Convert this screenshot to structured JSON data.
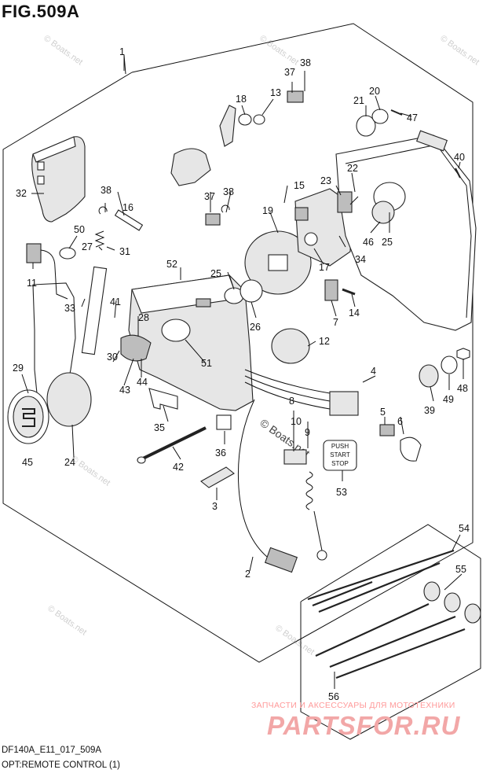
{
  "figure": {
    "title": "FIG.509A",
    "code": "DF140A_E11_017_509A",
    "caption": "OPT:REMOTE CONTROL (1)"
  },
  "watermark": {
    "site_text": "© Boats.net",
    "shop_text": "ЗАПЧАСТИ И АКСЕССУАРЫ ДЛЯ МОТОТЕХНИКИ",
    "shop_logo": "PARTSFOR.RU"
  },
  "decal": {
    "line1": "PUSH",
    "line2": "START",
    "line3": "STOP"
  },
  "callouts": {
    "c1": "1",
    "c2": "2",
    "c3": "3",
    "c4": "4",
    "c5": "5",
    "c6": "6",
    "c7": "7",
    "c8": "8",
    "c9": "9",
    "c10": "10",
    "c11": "11",
    "c12": "12",
    "c13": "13",
    "c14": "14",
    "c15": "15",
    "c16": "16",
    "c17": "17",
    "c18": "18",
    "c19": "19",
    "c20": "20",
    "c21": "21",
    "c22": "22",
    "c23": "23",
    "c24": "24",
    "c25a": "25",
    "c25b": "25",
    "c26": "26",
    "c27": "27",
    "c28": "28",
    "c29": "29",
    "c30": "30",
    "c31": "31",
    "c32": "32",
    "c33": "33",
    "c34": "34",
    "c35": "35",
    "c36": "36",
    "c37a": "37",
    "c37b": "37",
    "c38a": "38",
    "c38b": "38",
    "c38c": "38",
    "c39": "39",
    "c40": "40",
    "c41": "41",
    "c42": "42",
    "c43": "43",
    "c44": "44",
    "c45": "45",
    "c46": "46",
    "c47": "47",
    "c48": "48",
    "c49": "49",
    "c50": "50",
    "c51": "51",
    "c52": "52",
    "c53": "53",
    "c54": "54",
    "c55": "55",
    "c56": "56"
  },
  "colors": {
    "line": "#111111",
    "watermark_text": "#ff9a9a",
    "watermark_logo": "#f2a7a7"
  }
}
